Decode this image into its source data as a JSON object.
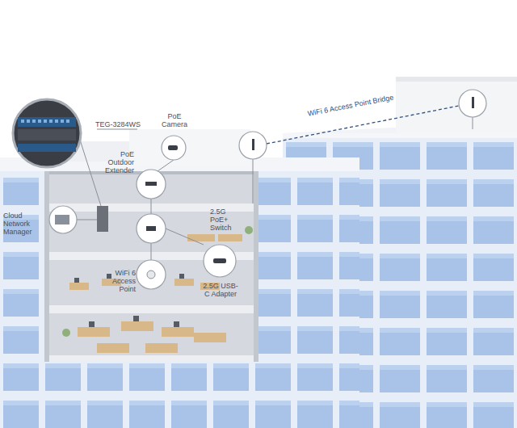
{
  "diagram": {
    "labels": [
      "TEG-3284WS",
      "PoE Camera",
      "WiFi 6 Access Point Bridge",
      "PoE Outdoor Extender",
      "Cloud Network Manager",
      "2.5G PoE+ Switch",
      "WiFi 6 Access Point",
      "2.5G USB-C Adapter"
    ]
  }
}
